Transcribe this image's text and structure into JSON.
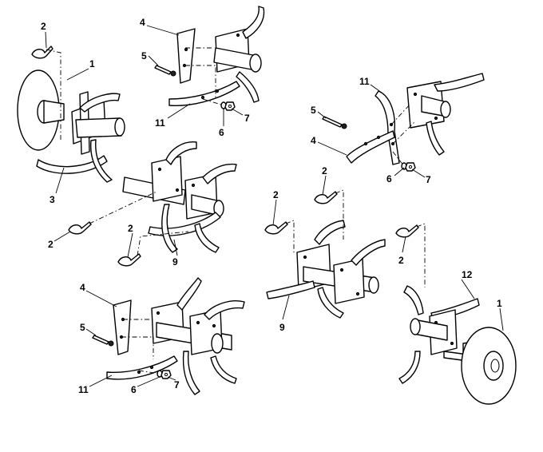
{
  "diagram": {
    "callouts": [
      {
        "id": "c1-top",
        "label": "1"
      },
      {
        "id": "c2-top",
        "label": "2"
      },
      {
        "id": "c3",
        "label": "3"
      },
      {
        "id": "c4-top",
        "label": "4"
      },
      {
        "id": "c5-top",
        "label": "5"
      },
      {
        "id": "c11-top",
        "label": "11"
      },
      {
        "id": "c6-top",
        "label": "6"
      },
      {
        "id": "c7-top",
        "label": "7"
      },
      {
        "id": "c11-right",
        "label": "11"
      },
      {
        "id": "c5-right",
        "label": "5"
      },
      {
        "id": "c4-right",
        "label": "4"
      },
      {
        "id": "c6-right",
        "label": "6"
      },
      {
        "id": "c7-right",
        "label": "7"
      },
      {
        "id": "c2-mid-left",
        "label": "2"
      },
      {
        "id": "c2-mid-center",
        "label": "2"
      },
      {
        "id": "c9-left",
        "label": "9"
      },
      {
        "id": "c2-mid-right-a",
        "label": "2"
      },
      {
        "id": "c2-mid-right-b",
        "label": "2"
      },
      {
        "id": "c2-mid-right-c",
        "label": "2"
      },
      {
        "id": "c9-right",
        "label": "9"
      },
      {
        "id": "c12",
        "label": "12"
      },
      {
        "id": "c1-bottom",
        "label": "1"
      },
      {
        "id": "c4-bottom",
        "label": "4"
      },
      {
        "id": "c5-bottom",
        "label": "5"
      },
      {
        "id": "c11-bottom",
        "label": "11"
      },
      {
        "id": "c6-bottom",
        "label": "6"
      },
      {
        "id": "c7-bottom",
        "label": "7"
      }
    ]
  }
}
